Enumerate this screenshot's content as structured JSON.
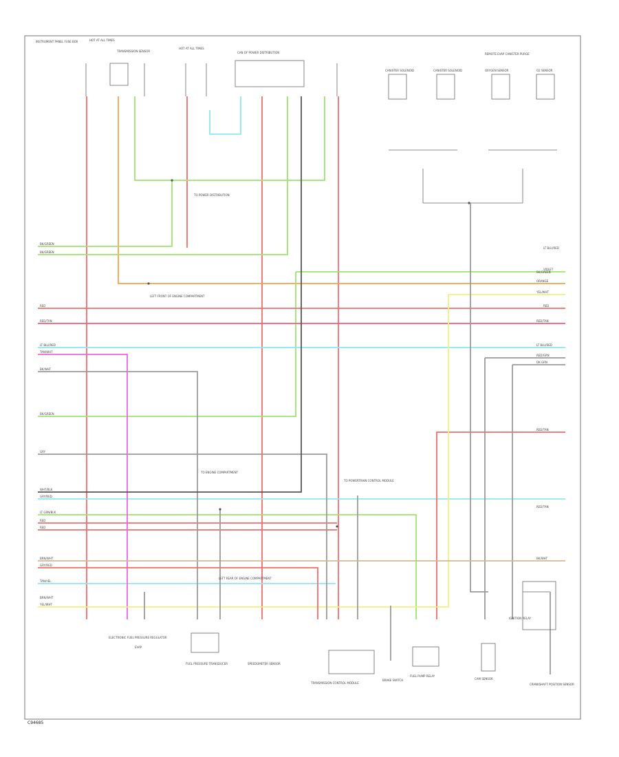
{
  "diagram": {
    "footer_code": "C94685",
    "colors": {
      "red": "#f26b6b",
      "pink": "#ee5d7a",
      "green": "#9fe36f",
      "orange": "#f5a34a",
      "cyan": "#8de7ef",
      "magenta": "#e966e0",
      "yellow": "#f3f07a",
      "gray": "#9a9a9a",
      "black": "#555555",
      "tan": "#d6b98a"
    },
    "left_labels": [
      "BK/GREEN",
      "BK/GREEN",
      "RED",
      "RED/TAN",
      "LT BLU/RED",
      "TAN/WHT",
      "BK/WHT",
      "BK/GREEN",
      "GRY",
      "WHT/BLK",
      "GRY/RED",
      "LT GRN/BLK",
      "RED",
      "RED",
      "BRN/WHT",
      "GRY/RED",
      "TAN/YEL",
      "BRN/WHT",
      "YEL/WHT"
    ],
    "right_labels": [
      "LT BLU/RED",
      "RED/TAN",
      "VIOLET",
      "BK/GREEN",
      "ORANGE",
      "YEL/WHT",
      "RED",
      "BK/WHT",
      "RED/TAN",
      "LT BLU/RED",
      "RED/GRN",
      "DK GRN",
      "RED/TAN"
    ],
    "top_labels": {
      "hot_all": "HOT AT ALL TIMES",
      "hot_all_2": "HOT AT ALL TIMES",
      "fuse_box": "CAN OF POWER DISTRIBUTION",
      "instrument": "INSTRUMENT PANEL FUSE BOX",
      "sensor": "TRANSMISSION SENSOR",
      "right_header": "REMOTE EVAP CANISTER PURGE"
    },
    "sensors": [
      "CANISTER SOLENOID",
      "CANISTER SOLENOID",
      "OXYGEN SENSOR",
      "O2 SENSOR"
    ],
    "bottom_labels": [
      "ELECTRONIC FUEL PRESSURE REGULATOR",
      "EVAP",
      "FUEL PRESSURE TRANSDUCER",
      "SPEEDOMETER SENSOR",
      "TRANSMISSION CONTROL MODULE",
      "BRAKE SWITCH",
      "FUEL PUMP RELAY",
      "CAM SENSOR",
      "CRANKSHAFT POSITION SENSOR",
      "IGNITION RELAY"
    ],
    "mid_notes": [
      "TO POWER DISTRIBUTION",
      "LEFT FRONT OF ENGINE COMPARTMENT",
      "TO ENGINE COMPARTMENT",
      "LEFT REAR OF ENGINE COMPARTMENT",
      "TO POWERTRAIN CONTROL MODULE"
    ]
  }
}
